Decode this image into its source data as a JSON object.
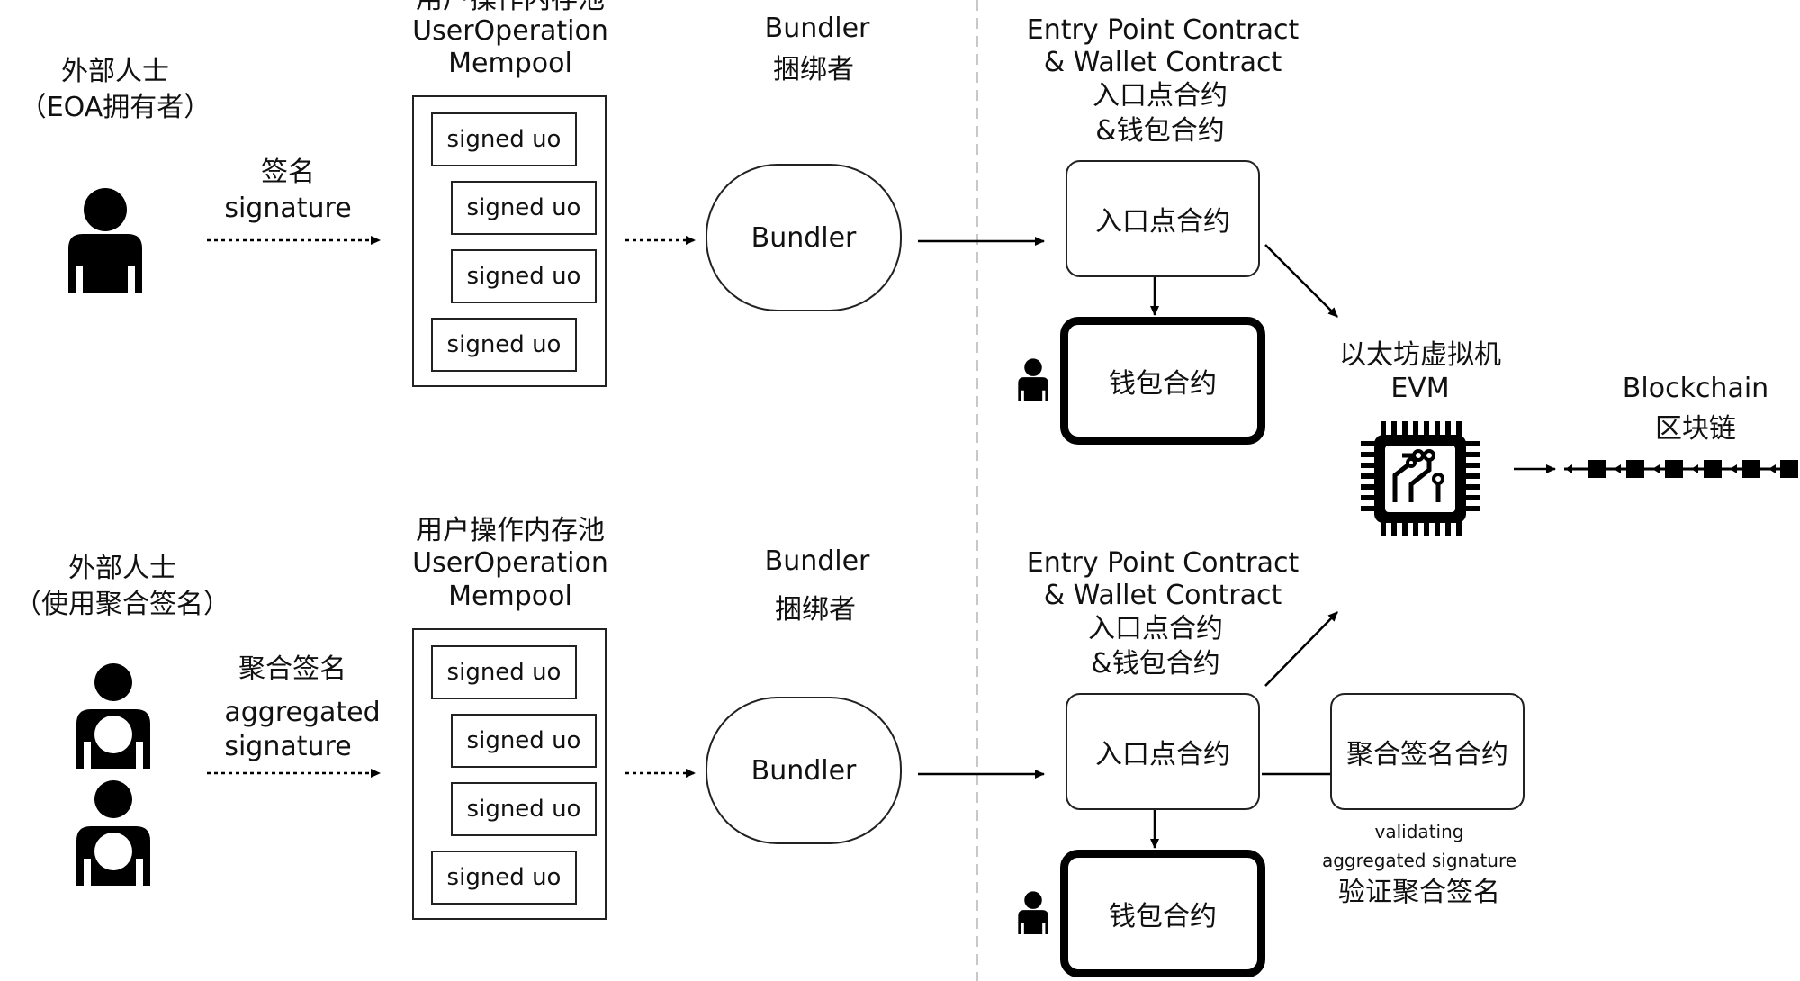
{
  "top": {
    "actor_label": "外部人士",
    "actor_sublabel": "（EOA拥有者）",
    "sign_cn": "签名",
    "sign_en": "signature",
    "mempool_cn": "用户操作内存池",
    "mempool_en1": "UserOperation",
    "mempool_en2": "Mempool",
    "mempool_items": [
      "signed uo",
      "signed uo",
      "signed uo",
      "signed uo"
    ],
    "bundler_header_en": "Bundler",
    "bundler_header_cn": "捆绑者",
    "bundler_label": "Bundler",
    "contract_header_en1": "Entry Point Contract",
    "contract_header_en2": "& Wallet Contract",
    "contract_header_cn1": "入口点合约",
    "contract_header_cn2": "&钱包合约",
    "entry_point": "入口点合约",
    "wallet": "钱包合约"
  },
  "evm": {
    "label_cn": "以太坊虚拟机",
    "label_en": "EVM"
  },
  "blockchain": {
    "label_en": "Blockchain",
    "label_cn": "区块链"
  },
  "bottom": {
    "actor_label": "外部人士",
    "actor_sublabel": "（使用聚合签名）",
    "sign_cn": "聚合签名",
    "sign_en1": "aggregated",
    "sign_en2": "signature",
    "mempool_cn": "用户操作内存池",
    "mempool_en1": "UserOperation",
    "mempool_en2": "Mempool",
    "mempool_items": [
      "signed uo",
      "signed uo",
      "signed uo",
      "signed uo"
    ],
    "bundler_header_en": "Bundler",
    "bundler_header_cn": "捆绑者",
    "bundler_label": "Bundler",
    "contract_header_en1": "Entry Point Contract",
    "contract_header_en2": "& Wallet Contract",
    "contract_header_cn1": "入口点合约",
    "contract_header_cn2": "&钱包合约",
    "entry_point": "入口点合约",
    "wallet": "钱包合约",
    "aggregator": "聚合签名合约",
    "validating_en1": "validating",
    "validating_en2": "aggregated signature",
    "validating_cn": "验证聚合签名"
  },
  "icons": [
    "person-icon",
    "aggregated-person-icon",
    "chip-icon",
    "blockchain-chain-icon"
  ]
}
